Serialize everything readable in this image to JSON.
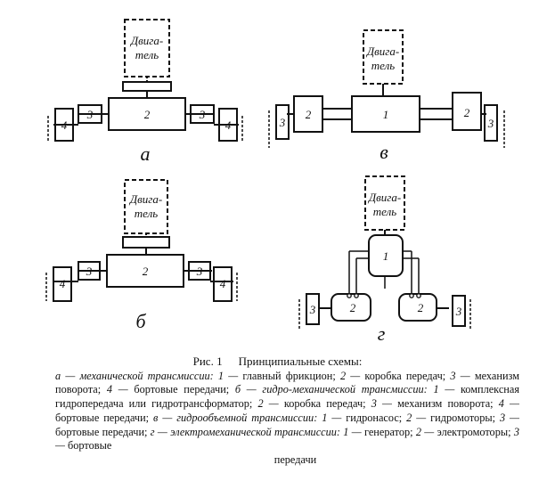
{
  "diagrams": {
    "a": {
      "engine": [
        "Двига-",
        "тель"
      ],
      "center": "2",
      "left_units": [
        "3",
        "4"
      ],
      "right_units": [
        "3",
        "4"
      ],
      "caption": "а"
    },
    "v": {
      "engine": [
        "Двига-",
        "тель"
      ],
      "center": "1",
      "left_units": [
        "2",
        "3"
      ],
      "right_units": [
        "2",
        "3"
      ],
      "caption": "в"
    },
    "b": {
      "engine": [
        "Двига-",
        "тель"
      ],
      "center": "2",
      "left_units": [
        "3",
        "4"
      ],
      "right_units": [
        "3",
        "4"
      ],
      "caption": "б"
    },
    "g": {
      "engine": [
        "Двига-",
        "тель"
      ],
      "generator": "1",
      "motors": [
        "2",
        "2"
      ],
      "finals": [
        "3",
        "3"
      ],
      "caption": "г"
    }
  },
  "figure_caption": {
    "fig_no": "Рис. 1",
    "title": "Принципиальные схемы:",
    "body": [
      {
        "t": "а — механической трансмиссии: ",
        "i": true
      },
      {
        "t": "1 — ",
        "i": true
      },
      {
        "t": "главный фрикцион; ",
        "i": false
      },
      {
        "t": "2 — ",
        "i": true
      },
      {
        "t": "коробка передач; ",
        "i": false
      },
      {
        "t": "3 — ",
        "i": true
      },
      {
        "t": "механизм поворота; ",
        "i": false
      },
      {
        "t": "4 — ",
        "i": true
      },
      {
        "t": "бортовые передачи; ",
        "i": false
      },
      {
        "t": "б — гидро-механической трансмиссии: ",
        "i": true
      },
      {
        "t": "1 — ",
        "i": true
      },
      {
        "t": "комплексная гидропередача или гидротрансформатор; ",
        "i": false
      },
      {
        "t": "2 — ",
        "i": true
      },
      {
        "t": "коробка передач; ",
        "i": false
      },
      {
        "t": "3 — ",
        "i": true
      },
      {
        "t": "механизм поворота; ",
        "i": false
      },
      {
        "t": "4 — ",
        "i": true
      },
      {
        "t": "бортовые передачи; ",
        "i": false
      },
      {
        "t": "в — гидрообъемной трансмиссии: ",
        "i": true
      },
      {
        "t": "1 — ",
        "i": true
      },
      {
        "t": "гидронасос; ",
        "i": false
      },
      {
        "t": "2 — ",
        "i": true
      },
      {
        "t": "гидромоторы; ",
        "i": false
      },
      {
        "t": "3 — ",
        "i": true
      },
      {
        "t": "бортовые передачи; ",
        "i": false
      },
      {
        "t": "г — электромеханической трансмиссии: ",
        "i": true
      },
      {
        "t": "1 — ",
        "i": true
      },
      {
        "t": "генератор; ",
        "i": false
      },
      {
        "t": "2 — ",
        "i": true
      },
      {
        "t": "электромоторы; ",
        "i": false
      },
      {
        "t": "3 — ",
        "i": true
      },
      {
        "t": "бортовые",
        "i": false
      }
    ],
    "last_line": "передачи"
  }
}
